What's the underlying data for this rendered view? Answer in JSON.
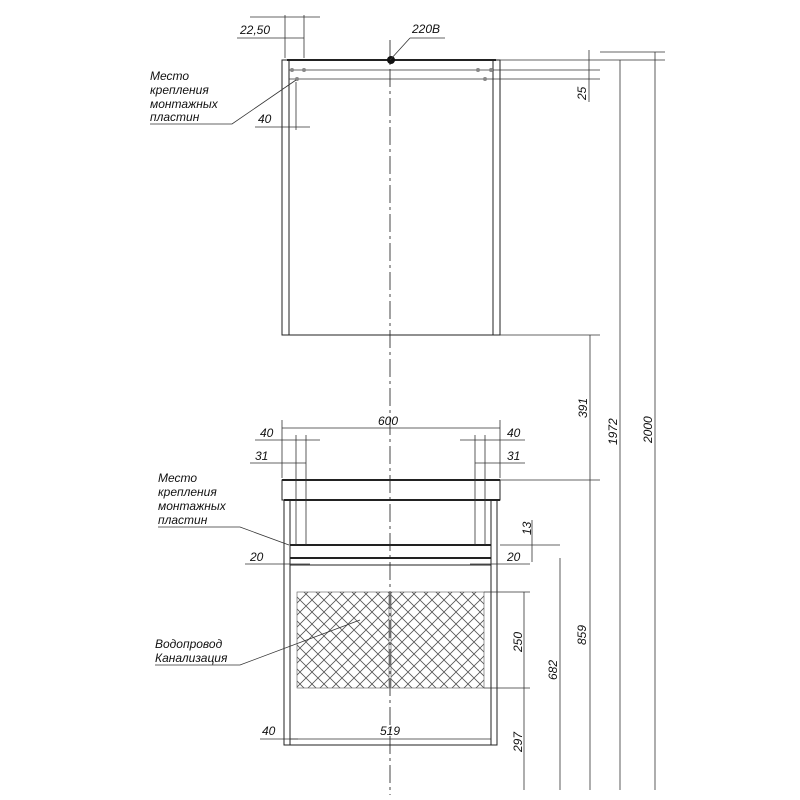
{
  "mirror": {
    "power_label": "220В",
    "mount_label": [
      "Место",
      "крепления",
      "монтажных",
      "пластин"
    ],
    "dim_offset": "22,50",
    "dim_hole": "40",
    "dim_top": "25"
  },
  "vanity": {
    "mount_label": [
      "Место",
      "крепления",
      "монтажных",
      "пластин"
    ],
    "pipes_label": [
      "Водопровод",
      "Канализация"
    ],
    "dim_width": "600",
    "dim_left_40": "40",
    "dim_right_40": "40",
    "dim_left_31": "31",
    "dim_right_31": "31",
    "dim_left_20": "20",
    "dim_right_20": "20",
    "dim_13": "13",
    "dim_bottom_40": "40",
    "dim_519": "519",
    "dim_250": "250",
    "dim_297": "297",
    "dim_682": "682",
    "dim_859": "859"
  },
  "overall": {
    "dim_391": "391",
    "dim_1972": "1972",
    "dim_2000": "2000"
  }
}
